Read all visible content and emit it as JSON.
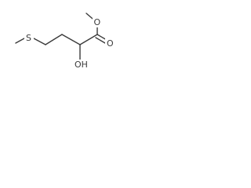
{
  "molecule": {
    "atoms": {
      "sulfur": "S",
      "ester_oxygen": "O",
      "carbonyl_oxygen": "O",
      "hydroxyl": "OH"
    }
  },
  "colors": {
    "bond": "#3a3a3a",
    "label": "#3a3a3a",
    "background": "#ffffff"
  }
}
